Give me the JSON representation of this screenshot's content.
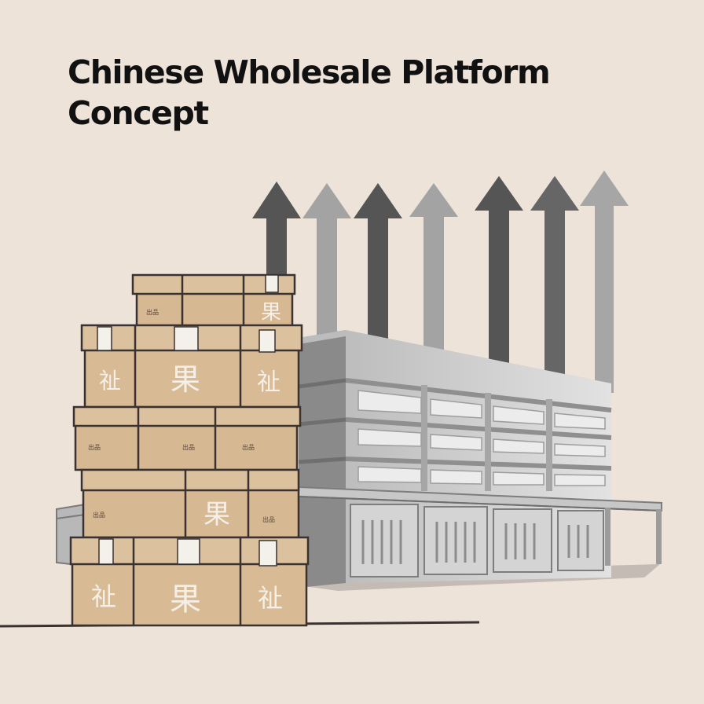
{
  "title_lines": [
    "Chinese Wholesale Platform",
    "Concept"
  ],
  "box_glyphs": {
    "large": "果",
    "side": "祉",
    "stamp": "出品"
  },
  "colors": {
    "background": "#ede3d8",
    "cardboard": "#d9bc98",
    "cardboard_dark": "#c9a882",
    "outline": "#3a3230",
    "arrow_dark": "#5a5a5a",
    "arrow_light": "#a8a8a8",
    "building": "#8f8f8f",
    "building_light": "#d6d6d6"
  },
  "icons": [
    "upward-arrow-icon",
    "warehouse-building",
    "cardboard-box"
  ]
}
